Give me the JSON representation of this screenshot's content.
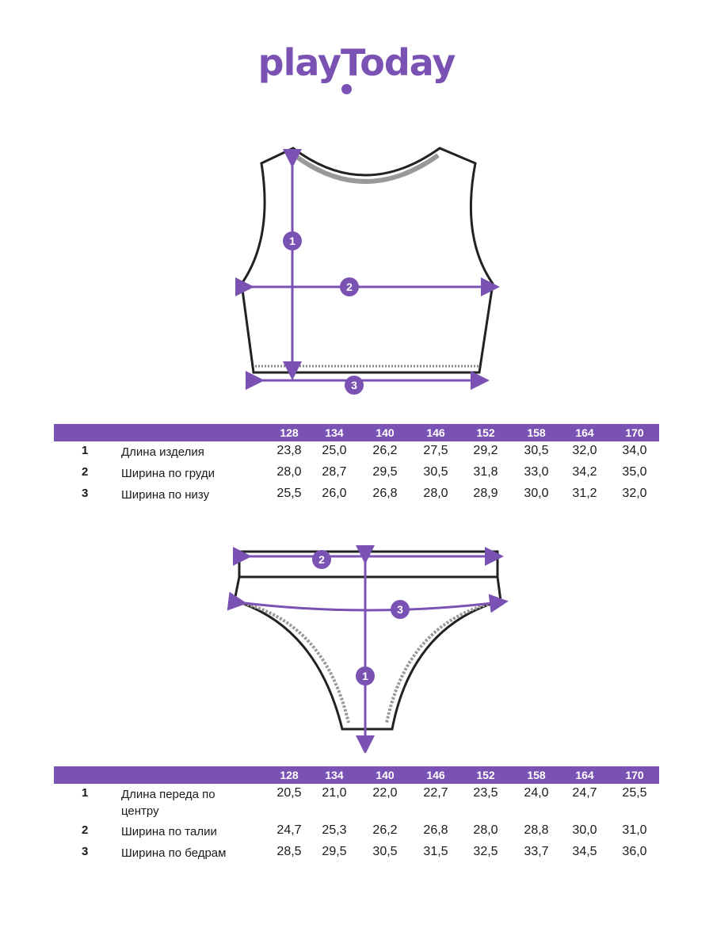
{
  "brand": {
    "logo_text": "playToday",
    "color": "#7a52b3"
  },
  "top_diagram": {
    "markers": [
      "1",
      "2",
      "3"
    ]
  },
  "bottom_diagram": {
    "markers": [
      "2",
      "3",
      "1"
    ]
  },
  "top_table": {
    "sizes": [
      "128",
      "134",
      "140",
      "146",
      "152",
      "158",
      "164",
      "170"
    ],
    "rows": [
      {
        "num": "1",
        "label": "Длина изделия",
        "values": [
          "23,8",
          "25,0",
          "26,2",
          "27,5",
          "29,2",
          "30,5",
          "32,0",
          "34,0"
        ]
      },
      {
        "num": "2",
        "label": "Ширина по груди",
        "values": [
          "28,0",
          "28,7",
          "29,5",
          "30,5",
          "31,8",
          "33,0",
          "34,2",
          "35,0"
        ]
      },
      {
        "num": "3",
        "label": "Ширина по низу",
        "values": [
          "25,5",
          "26,0",
          "26,8",
          "28,0",
          "28,9",
          "30,0",
          "31,2",
          "32,0"
        ]
      }
    ]
  },
  "bottom_table": {
    "sizes": [
      "128",
      "134",
      "140",
      "146",
      "152",
      "158",
      "164",
      "170"
    ],
    "rows": [
      {
        "num": "1",
        "label": "Длина переда по центру",
        "values": [
          "20,5",
          "21,0",
          "22,0",
          "22,7",
          "23,5",
          "24,0",
          "24,7",
          "25,5"
        ]
      },
      {
        "num": "2",
        "label": "Ширина по талии",
        "values": [
          "24,7",
          "25,3",
          "26,2",
          "26,8",
          "28,0",
          "28,8",
          "30,0",
          "31,0"
        ]
      },
      {
        "num": "3",
        "label": "Ширина по бедрам",
        "values": [
          "28,5",
          "29,5",
          "30,5",
          "31,5",
          "32,5",
          "33,7",
          "34,5",
          "36,0"
        ]
      }
    ]
  }
}
